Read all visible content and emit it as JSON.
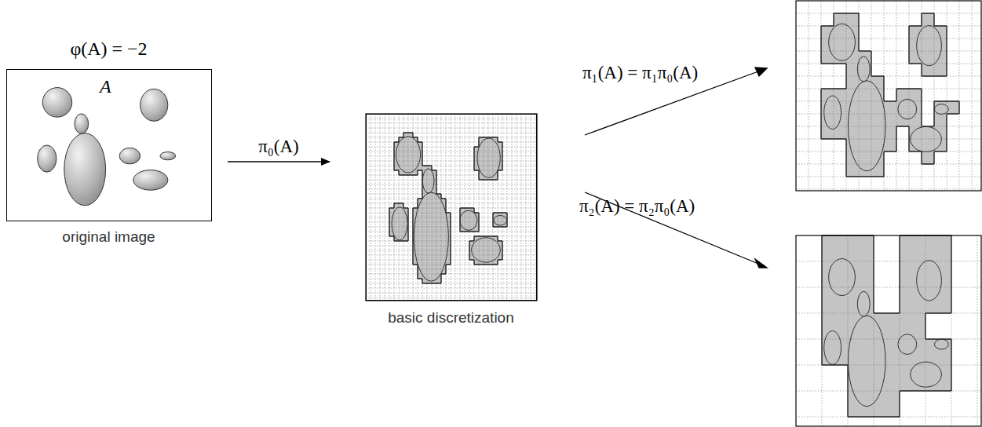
{
  "diagram": {
    "nodes": [
      {
        "text": [
          "φ(A) = −2",
          "A",
          "original image"
        ]
      },
      {
        "text": [
          "basic discretization"
        ]
      }
    ],
    "edges": [
      {
        "from": 0,
        "to": 1,
        "arrow": "to",
        "label": "π₀(A)"
      }
    ],
    "labels": [
      "π₁(A) = π₁π₀(A)",
      "π₂(A) = π₂π₀(A)"
    ]
  }
}
